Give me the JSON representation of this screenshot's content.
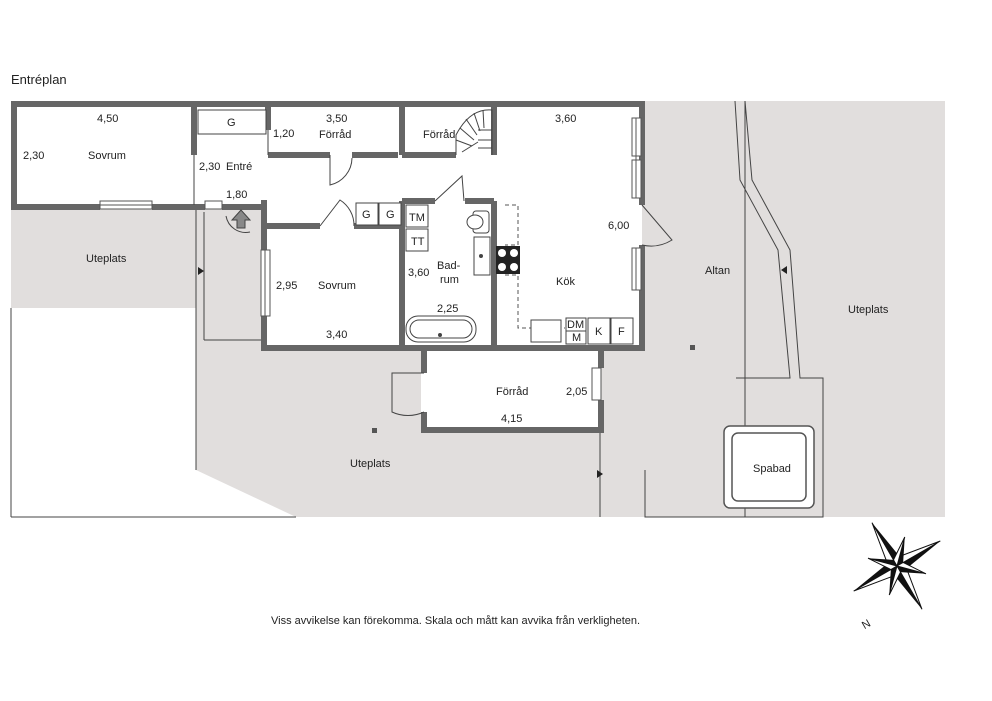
{
  "title": "Entréplan",
  "disclaimer": "Viss avvikelse kan förekomma. Skala och mått kan avvika från verkligheten.",
  "compass": {
    "letter": "N"
  },
  "rooms": {
    "sovrum1": {
      "name": "Sovrum",
      "width": "4,50",
      "depth": "2,30"
    },
    "entre": {
      "name": "Entré",
      "width": "1,80",
      "depth": "2,30"
    },
    "garderob_entre": {
      "name": "G"
    },
    "forrad1": {
      "name": "Förråd",
      "width": "3,50",
      "depth": "1,20"
    },
    "forrad2": {
      "name": "Förråd"
    },
    "kok": {
      "name": "Kök",
      "width": "3,60",
      "depth": "6,00"
    },
    "sovrum2": {
      "name": "Sovrum",
      "width": "3,40",
      "depth": "2,95"
    },
    "garderober": [
      "G",
      "G"
    ],
    "badrum": {
      "name_line1": "Bad-",
      "name_line2": "rum",
      "width": "2,25",
      "depth": "3,60"
    },
    "tvatt": {
      "tm": "TM",
      "tt": "TT"
    },
    "kok_appliances": {
      "dm": "DM",
      "m": "M",
      "k": "K",
      "f": "F"
    },
    "forrad3": {
      "name": "Förråd",
      "width": "4,15",
      "depth": "2,05"
    },
    "altan": {
      "name": "Altan"
    },
    "spabad": {
      "name": "Spabad"
    },
    "uteplats_west": {
      "name": "Uteplats"
    },
    "uteplats_east": {
      "name": "Uteplats"
    },
    "uteplats_south": {
      "name": "Uteplats"
    }
  },
  "colors": {
    "wall": "#666666",
    "outdoor": "#e1dedd",
    "line": "#333333"
  }
}
